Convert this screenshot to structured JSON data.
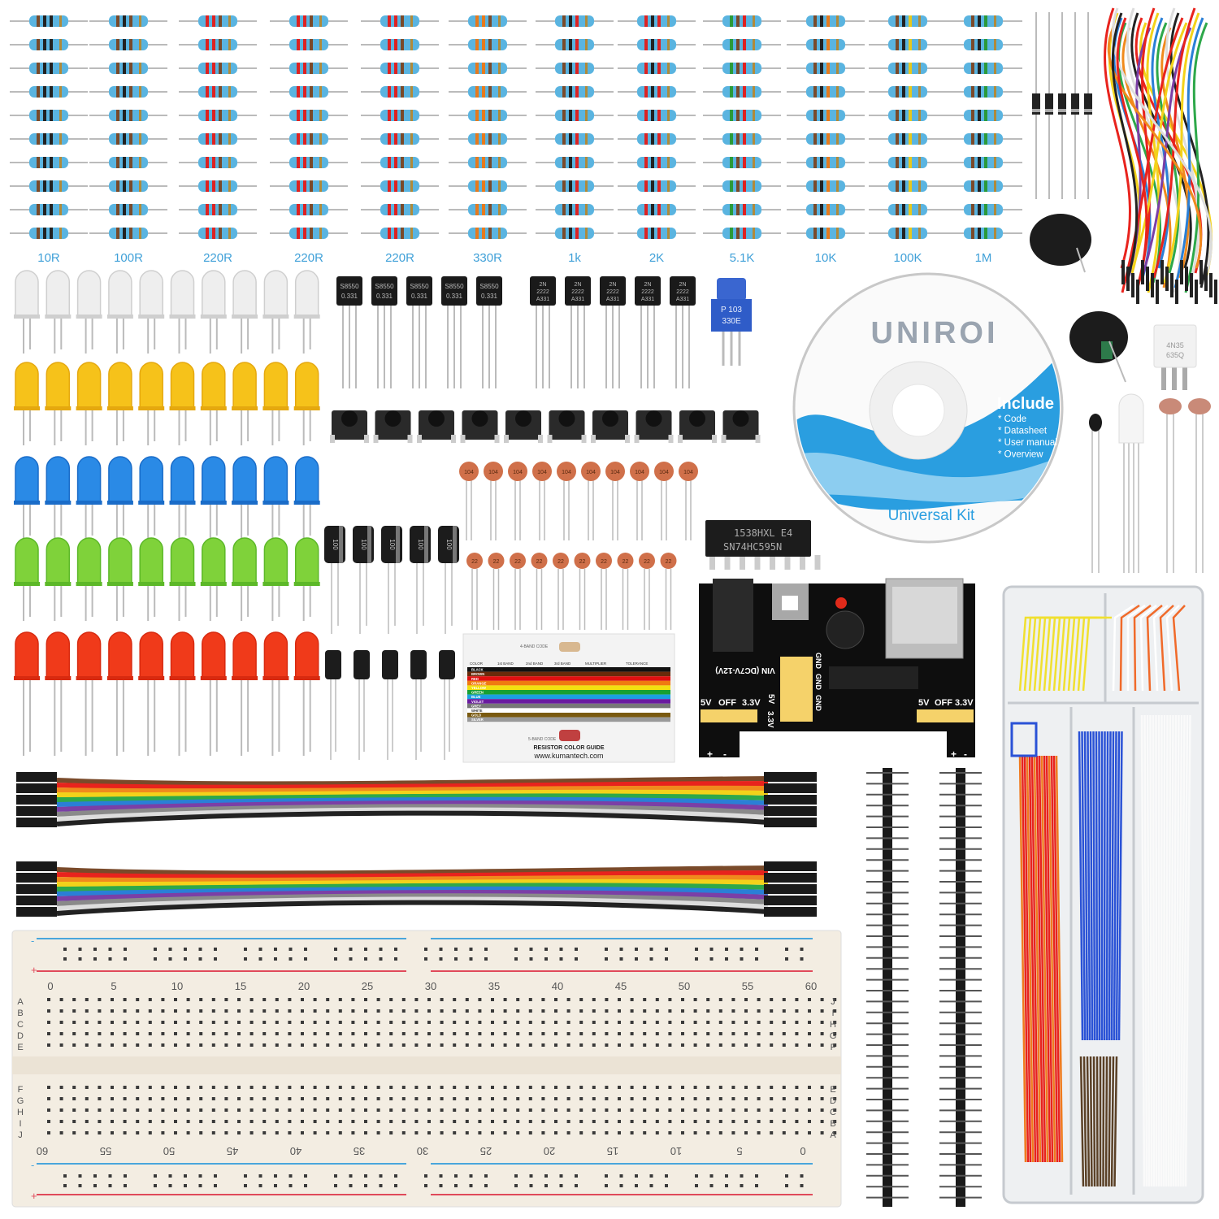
{
  "resistors": {
    "labels": [
      "10R",
      "100R",
      "220R",
      "220R",
      "220R",
      "330R",
      "1k",
      "2K",
      "5.1K",
      "10K",
      "100K",
      "1M"
    ],
    "label_color": "#3fa0d8",
    "body_color": "#5ab4e0"
  },
  "transistors": {
    "pnp": {
      "line1": "S8550",
      "line2": "0.331"
    },
    "npn": {
      "line1": "2N",
      "line2": "2222",
      "line3": "A331"
    }
  },
  "potentiometer": {
    "line1": "P 103",
    "line2": "330E"
  },
  "ceramic_caps": {
    "top_code": "104",
    "bottom_code": "22"
  },
  "electrolytic_caps": {
    "code": "100"
  },
  "color_guide": {
    "header_4band": "4-BAND CODE",
    "columns": [
      "COLOR",
      "1st BAND",
      "2nd BAND",
      "3rd BAND",
      "MULTIPLIER",
      "TOLERANCE"
    ],
    "colors": [
      "BLACK",
      "BROWN",
      "RED",
      "ORANGE",
      "YELLOW",
      "GREEN",
      "BLUE",
      "VIOLET",
      "GREY",
      "WHITE",
      "GOLD",
      "SILVER"
    ],
    "footer_5band": "5-BAND CODE",
    "title": "RESISTOR COLOR GUIDE",
    "url": "www.kumantech.com"
  },
  "cd": {
    "brand": "UNIROI",
    "include_title": "Include",
    "include_items": [
      "* Code",
      "* Datasheet",
      "* User manual",
      "* Overview"
    ],
    "subtitle": "Universal Kit",
    "accent": "#2a9ee0"
  },
  "ic": {
    "line1": "1538HXL E4",
    "line2": "SN74HC595N"
  },
  "optocoupler": {
    "line1": "4N35",
    "line2": "635Q"
  },
  "power_module": {
    "vin": "VIN (DC7V-12V)",
    "left_switch": {
      "a": "5V",
      "b": "OFF",
      "c": "3.3V"
    },
    "right_switch": {
      "a": "5V",
      "b": "OFF",
      "c": "3.3V"
    },
    "rail_5v": "5V",
    "rail_33v": "3.3V",
    "gnd": "GND",
    "plus": "+",
    "minus": "-"
  },
  "breadboard": {
    "top_numbers": [
      "0",
      "5",
      "10",
      "15",
      "20",
      "25",
      "30",
      "35",
      "40",
      "45",
      "50",
      "55",
      "60"
    ],
    "bottom_numbers": [
      "60",
      "55",
      "50",
      "45",
      "40",
      "35",
      "30",
      "25",
      "20",
      "15",
      "10",
      "5",
      "0"
    ],
    "left_rows_top": [
      "A",
      "B",
      "C",
      "D",
      "E"
    ],
    "left_rows_bottom": [
      "F",
      "G",
      "H",
      "I",
      "J"
    ],
    "right_rows_top": [
      "J",
      "I",
      "H",
      "G",
      "F"
    ],
    "right_rows_bottom": [
      "E",
      "D",
      "C",
      "B",
      "A"
    ],
    "plus": "+",
    "minus": "-"
  },
  "wire_colors": [
    "#7a4a2a",
    "#e8231d",
    "#f08a1d",
    "#f3d21a",
    "#2ea84a",
    "#2a7fd6",
    "#7b3fa6",
    "#8a8a8a",
    "#f4f4f4",
    "#222222"
  ]
}
